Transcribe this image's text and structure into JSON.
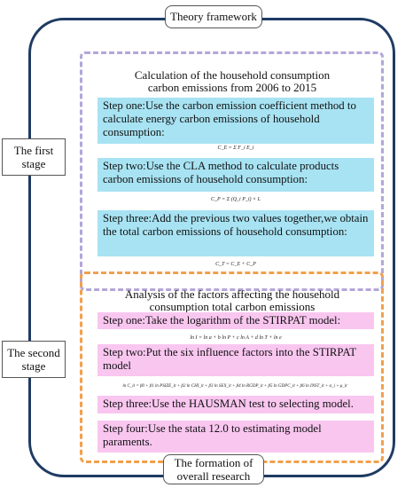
{
  "header": {
    "title": "Theory framework"
  },
  "footer": {
    "line1": "The formation of",
    "line2": "overall research"
  },
  "stages": [
    {
      "label_line1": "The first",
      "label_line2": "stage"
    },
    {
      "label_line1": "The second",
      "label_line2": "stage"
    }
  ],
  "stage1": {
    "title_line1": "Calculation of the household consumption",
    "title_line2": "carbon emissions from 2006 to 2015",
    "steps": [
      "Step one:Use the carbon emission coefficient method to calculate energy carbon emissions of household consumption:",
      "Step two:Use the CLA method to calculate products carbon emissions of household consumption:",
      "Step three:Add the previous two values together,we obtain the total carbon emissions of household consumption:"
    ],
    "formulas": [
      "C_E = Σ F_i E_i",
      "C_P = Σ (Q_i P_i) × L",
      "C_T = C_E + C_P"
    ]
  },
  "stage2": {
    "title_line1": "Analysis of the factors affecting the household",
    "title_line2": "consumption total carbon emissions",
    "steps": [
      "Step one:Take the logarithm of the STIRPAT model:",
      "Step two:Put the six influence factors into the STIRPAT model",
      "Step three:Use the HAUSMAN test to selecting model.",
      "Step four:Use the stata 12.0 to estimating model paraments."
    ],
    "formulas": [
      "ln I = ln a + b ln P + c ln A + d ln T + ln e",
      "ln C_it = β0 + β1 ln PSIZE_it + β2 ln CHI_it + β3 ln SEX_it + β4 ln RGDP_it + β5 ln GDPC_it + β6 ln INST_it + α_i + μ_it"
    ]
  }
}
